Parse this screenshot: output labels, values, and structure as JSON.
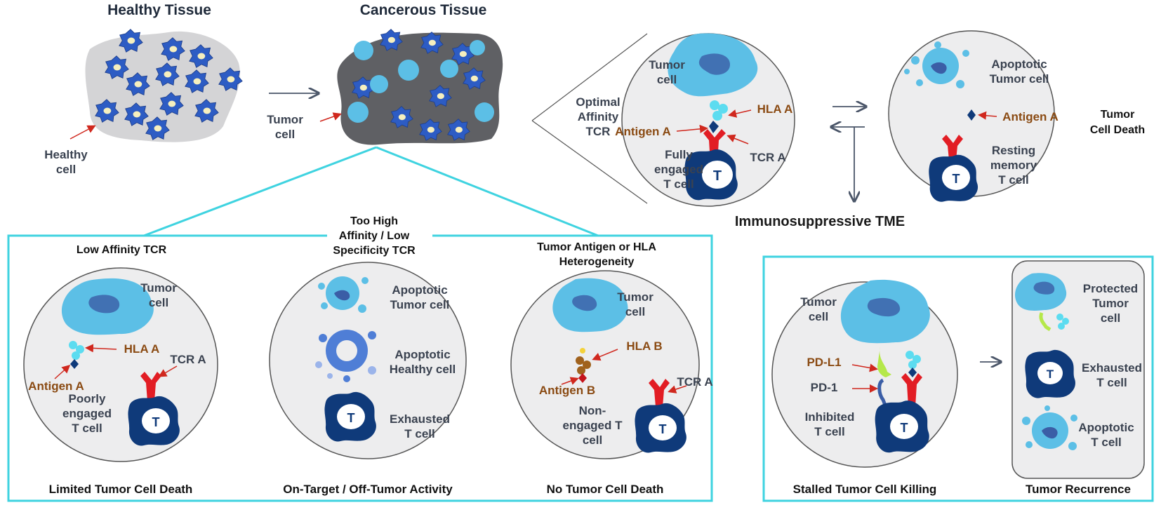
{
  "top": {
    "healthy_tissue_title": "Healthy Tissue",
    "cancerous_tissue_title": "Cancerous Tissue",
    "healthy_cell_line1": "Healthy",
    "healthy_cell_line2": "cell",
    "tumor_cell_line1": "Tumor",
    "tumor_cell_line2": "cell",
    "optimal_line1": "Optimal",
    "optimal_line2": "Affinity",
    "optimal_line3": "TCR",
    "circle1": {
      "tumor_line1": "Tumor",
      "tumor_line2": "cell",
      "hla": "HLA A",
      "antigen": "Antigen A",
      "tcr": "TCR A",
      "tcell_line1": "Fully",
      "tcell_line2": "engaged",
      "tcell_line3": "T cell",
      "t_letter": "T"
    },
    "circle2": {
      "apoptotic_line1": "Apoptotic",
      "apoptotic_line2": "Tumor cell",
      "antigen": "Antigen A",
      "resting_line1": "Resting",
      "resting_line2": "memory",
      "resting_line3": "T cell",
      "t_letter": "T"
    },
    "tumor_death_line1": "Tumor",
    "tumor_death_line2": "Cell Death",
    "immunosuppressive": "Immunosuppressive TME"
  },
  "bottom_left": {
    "low_affinity": "Low Affinity  TCR",
    "too_high_line1": "Too High",
    "too_high_line2": "Affinity  / Low",
    "too_high_line3": "Specificity TCR",
    "heterogeneity_line1": "Tumor Antigen or HLA",
    "heterogeneity_line2": "Heterogeneity",
    "c1": {
      "tumor_line1": "Tumor",
      "tumor_line2": "cell",
      "hla": "HLA A",
      "tcr": "TCR A",
      "antigen": "Antigen A",
      "tcell_line1": "Poorly",
      "tcell_line2": "engaged",
      "tcell_line3": "T cell",
      "t_letter": "T"
    },
    "c2": {
      "apop_tumor_line1": "Apoptotic",
      "apop_tumor_line2": "Tumor cell",
      "apop_healthy_line1": "Apoptotic",
      "apop_healthy_line2": "Healthy cell",
      "exhausted_line1": "Exhausted",
      "exhausted_line2": "T cell",
      "t_letter": "T"
    },
    "c3": {
      "tumor_line1": "Tumor",
      "tumor_line2": "cell",
      "hla": "HLA B",
      "antigen": "Antigen B",
      "tcr": "TCR A",
      "tcell_line1": "Non-",
      "tcell_line2": "engaged T",
      "tcell_line3": "cell",
      "t_letter": "T"
    },
    "foot1": "Limited Tumor Cell Death",
    "foot2": "On-Target / Off-Tumor Activity",
    "foot3": "No Tumor Cell Death"
  },
  "bottom_right": {
    "c": {
      "tumor_line1": "Tumor",
      "tumor_line2": "cell",
      "pdl1": "PD-L1",
      "pd1": "PD-1",
      "inhibited_line1": "Inhibited",
      "inhibited_line2": "T cell",
      "t_letter": "T"
    },
    "panel": {
      "protected_line1": "Protected",
      "protected_line2": "Tumor",
      "protected_line3": "cell",
      "exhausted_line1": "Exhausted",
      "exhausted_line2": "T cell",
      "apoptotic_line1": "Apoptotic",
      "apoptotic_line2": "T cell",
      "t_letter": "T"
    },
    "foot1": "Stalled Tumor Cell Killing",
    "foot2": "Tumor Recurrence"
  },
  "colors": {
    "frame": "#3fd3e0",
    "arrow_red": "#d0281e",
    "tcell": "#0f3a7a",
    "tumor": "#5cbfe6",
    "tcr": "#e21d24",
    "healthy_cell": "#2d5cc4"
  }
}
